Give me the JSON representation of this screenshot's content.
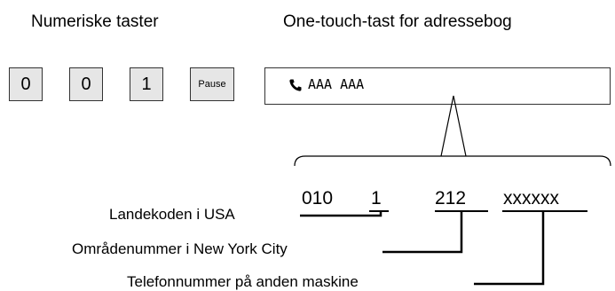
{
  "headings": {
    "numeric_keys": "Numeriske taster",
    "one_touch": "One-touch-tast for adressebog"
  },
  "keys": [
    "0",
    "0",
    "1",
    "Pause"
  ],
  "display": {
    "icon": "phone-icon",
    "text": "AAA AAA"
  },
  "number_parts": [
    "010",
    "1",
    "212",
    "xxxxxx"
  ],
  "labels": {
    "country_code": "Landekoden i USA",
    "area_code": "Områdenummer i New York City",
    "phone_number": "Telefonnummer på anden maskine"
  }
}
